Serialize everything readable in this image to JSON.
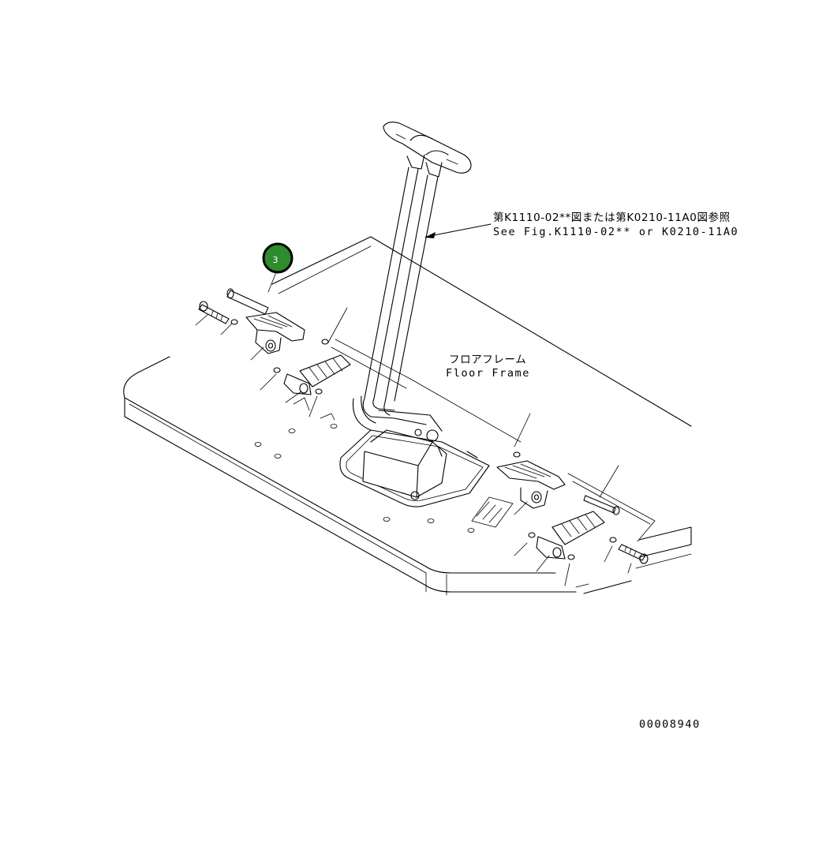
{
  "callouts": [
    {
      "number": "3",
      "color": "#2e8b2e",
      "ring": "#000000"
    }
  ],
  "reference_note": {
    "jp": "第K1110-02**図または第K0210-11A0図参照",
    "en": "See Fig.K1110-02** or K0210-11A0"
  },
  "floor_frame_label": {
    "jp": "フロアフレーム",
    "en": "Floor Frame"
  },
  "drawing_number": "00008940"
}
